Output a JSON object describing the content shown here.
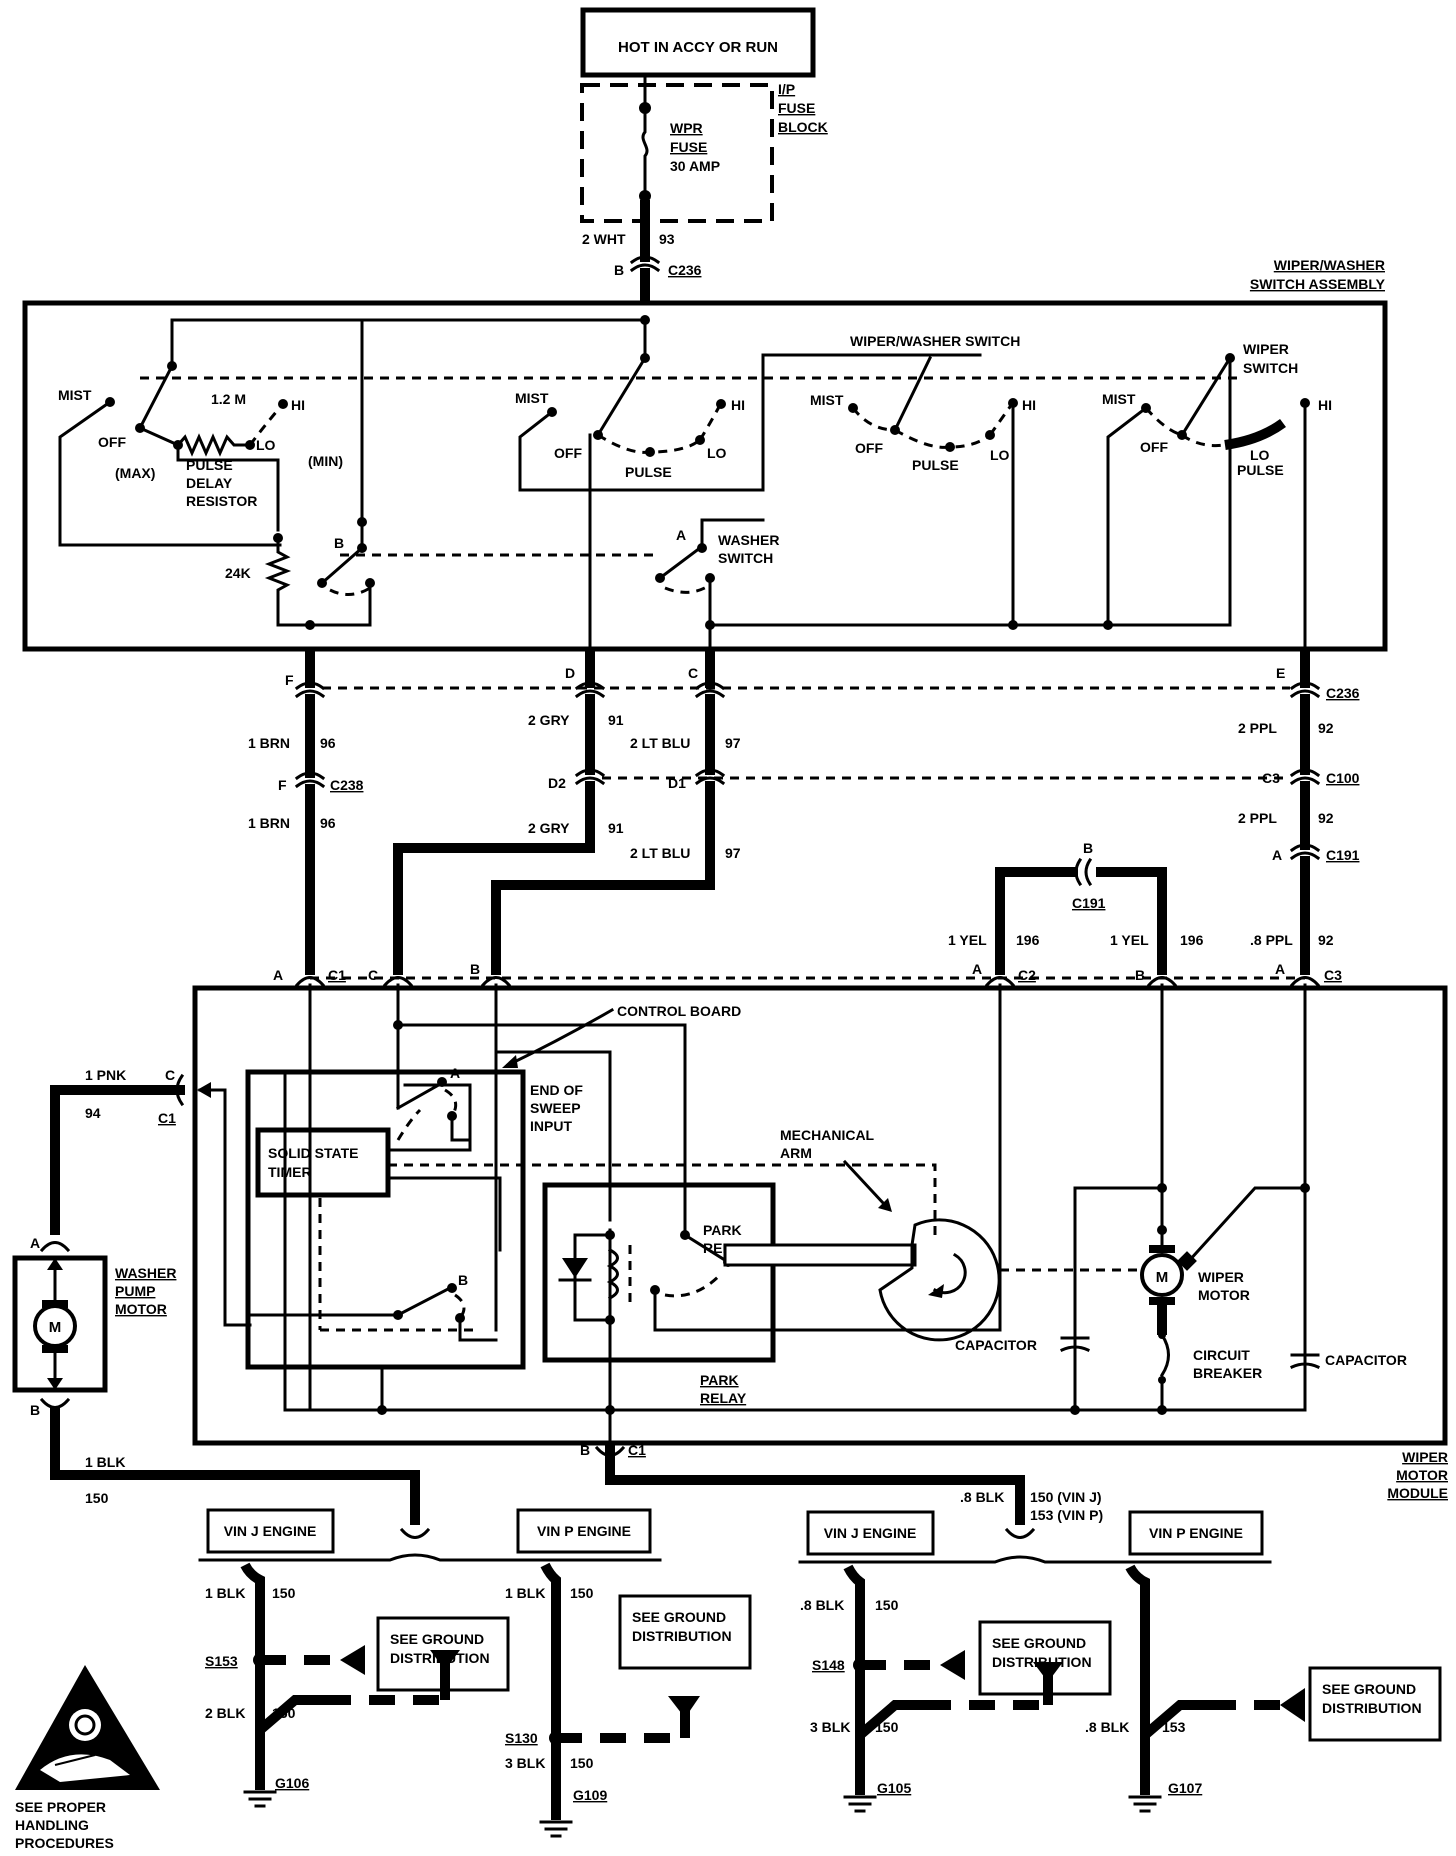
{
  "power": {
    "title": "HOT IN ACCY OR RUN"
  },
  "fuse_block": {
    "name": [
      "I/P",
      "FUSE",
      "BLOCK"
    ],
    "fuse": [
      "WPR",
      "FUSE",
      "30 AMP"
    ]
  },
  "feed": {
    "wire": "2 WHT",
    "circuit": "93",
    "pin": "B",
    "connector": "C236"
  },
  "switch_assembly": {
    "title": [
      "WIPER/WASHER",
      "SWITCH ASSEMBLY"
    ],
    "wiper_washer_switch": "WIPER/WASHER SWITCH",
    "wiper_switch": [
      "WIPER",
      "SWITCH"
    ],
    "washer_switch": [
      "WASHER",
      "SWITCH"
    ],
    "positions": {
      "mist": "MIST",
      "off": "OFF",
      "hi": "HI",
      "lo": "LO",
      "pulse": "PULSE",
      "max": "(MAX)",
      "min": "(MIN)"
    },
    "resistor_1": "1.2 M",
    "pulse_delay": [
      "PULSE",
      "DELAY",
      "RESISTOR"
    ],
    "resistor_2": "24K",
    "contact_a": "A",
    "contact_b": "B"
  },
  "harness": {
    "pins": {
      "f": "F",
      "d": "D",
      "c": "C",
      "e": "E",
      "d2": "D2",
      "d1": "D1",
      "c3": "C3",
      "a": "A",
      "b": "B"
    },
    "wires": {
      "brn": "1 BRN",
      "c96": "96",
      "gry": "2 GRY",
      "c91": "91",
      "ltblu": "2 LT BLU",
      "c97": "97",
      "ppl": "2 PPL",
      "c92": "92",
      "ppl08": ".8 PPL",
      "yel": "1 YEL",
      "c196": "196"
    },
    "connectors": {
      "c236": "C236",
      "c238": "C238",
      "c100": "C100",
      "c191": "C191"
    }
  },
  "module": {
    "title": [
      "WIPER",
      "MOTOR",
      "MODULE"
    ],
    "conn": {
      "c1": "C1",
      "c2": "C2",
      "c3": "C3"
    },
    "control_board": "CONTROL BOARD",
    "end_of_sweep": [
      "END OF",
      "SWEEP",
      "INPUT"
    ],
    "timer": [
      "SOLID STATE",
      "TIMER"
    ],
    "mechanical_arm": [
      "MECHANICAL",
      "ARM"
    ],
    "park_relay": [
      "PARK",
      "RELAY"
    ],
    "capacitor": "CAPACITOR",
    "wiper_motor": [
      "WIPER",
      "MOTOR"
    ],
    "circuit_breaker": [
      "CIRCUIT",
      "BREAKER"
    ],
    "motor_symbol": "M"
  },
  "washer_pump": {
    "title": [
      "WASHER",
      "PUMP",
      "MOTOR"
    ],
    "wire": "1 PNK",
    "circuit": "94",
    "pin_c": "C",
    "conn": "C1",
    "pin_a": "A",
    "pin_b": "B"
  },
  "ground_left": {
    "wire": "1 BLK",
    "circuit": "150"
  },
  "ground_right": {
    "pin": "B",
    "conn": "C1",
    "wire": ".8 BLK",
    "circuit_a": "150 (VIN J)",
    "circuit_b": "153 (VIN P)"
  },
  "engines": {
    "vin_j": "VIN J ENGINE",
    "vin_p": "VIN P ENGINE",
    "see_ground": [
      "SEE GROUND",
      "DISTRIBUTION"
    ]
  },
  "g106": {
    "w1": "1 BLK",
    "c1": "150",
    "splice": "S153",
    "w2": "2 BLK",
    "c2": "150",
    "ground": "G106"
  },
  "g109": {
    "w1": "1 BLK",
    "c1": "150",
    "splice": "S130",
    "w2": "3 BLK",
    "c2": "150",
    "ground": "G109"
  },
  "g105": {
    "w1": ".8 BLK",
    "c1": "150",
    "splice": "S148",
    "w2": "3 BLK",
    "c2": "150",
    "ground": "G105"
  },
  "g107": {
    "w1": ".8 BLK",
    "c1": "153",
    "ground": "G107"
  },
  "warning": [
    "SEE PROPER",
    "HANDLING",
    "PROCEDURES"
  ]
}
